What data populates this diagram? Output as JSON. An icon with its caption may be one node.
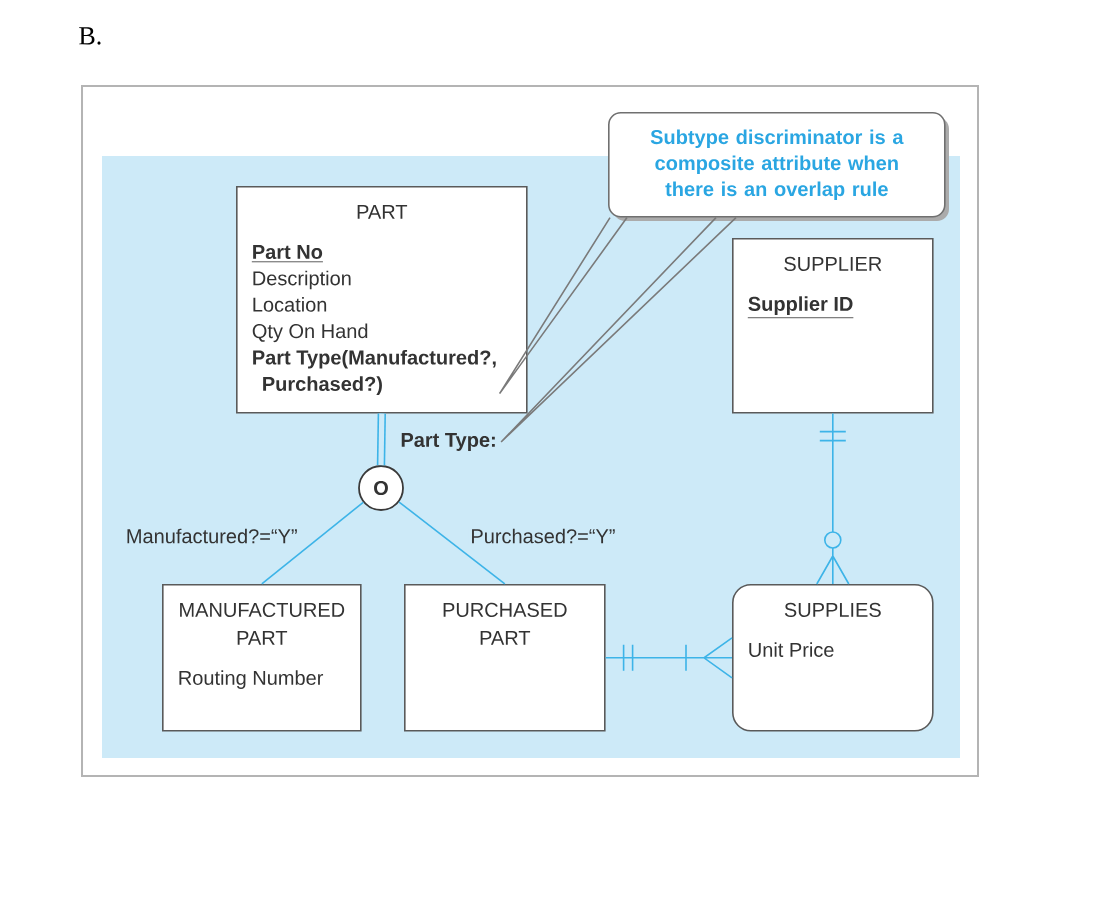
{
  "diagram": {
    "nodes": [
      {
        "text": [
          "Subtype discriminator is a composite attribute when there is an overlap rule"
        ]
      },
      {
        "text": [
          "PART",
          "Part No",
          "Description",
          "Location",
          "Qty On Hand",
          "Part Type(Manufactured?, Purchased?)"
        ]
      },
      {
        "text": [
          "SUPPLIER",
          "Supplier ID"
        ]
      },
      {
        "text": [
          "Part Type:"
        ]
      },
      {
        "text": [
          "O"
        ]
      },
      {
        "text": [
          "MANUFACTURED PART",
          "Routing Number"
        ]
      },
      {
        "text": [
          "PURCHASED PART"
        ]
      },
      {
        "text": [
          "SUPPLIES",
          "Unit Price"
        ]
      }
    ],
    "edges": [
      {
        "from": 1,
        "to": 4,
        "arrow": "none",
        "style": "thick"
      },
      {
        "from": 4,
        "to": 5,
        "arrow": "none",
        "label": "Manufactured?=“Y”"
      },
      {
        "from": 4,
        "to": 6,
        "arrow": "none",
        "label": "Purchased?=“Y”"
      },
      {
        "from": 2,
        "to": 7,
        "arrow": "other"
      },
      {
        "from": 6,
        "to": 7,
        "arrow": "other"
      },
      {
        "from": 0,
        "to": 1,
        "arrow": "none",
        "color": "#7a7a7a"
      },
      {
        "from": 0,
        "to": 3,
        "arrow": "none",
        "color": "#7a7a7a"
      }
    ],
    "labels": [
      "B."
    ]
  }
}
